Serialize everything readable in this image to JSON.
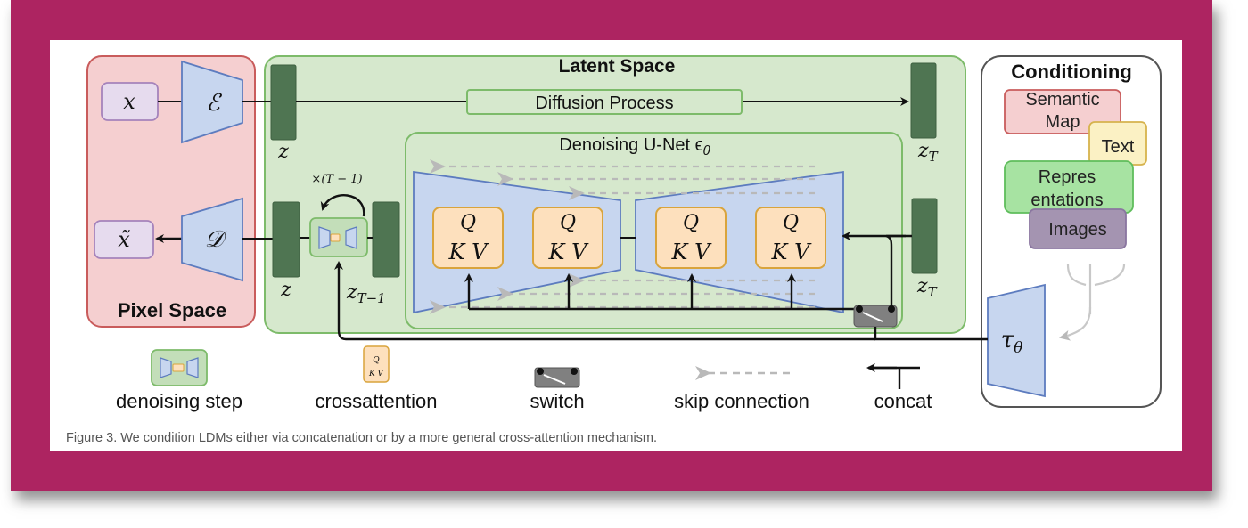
{
  "regions": {
    "pixel_space": "Pixel Space",
    "latent_space": "Latent Space",
    "conditioning": "Conditioning"
  },
  "labels": {
    "x": "x",
    "x_tilde": "x̃",
    "encoder": "ℰ",
    "decoder": "𝒟",
    "z_top": "z",
    "z_bottom": "z",
    "z_T_top": "z",
    "z_T_top_sub": "T",
    "z_T_bottom": "z",
    "z_T_bottom_sub": "T",
    "z_T_minus_1": "z",
    "z_T_minus_1_sub": "T−1",
    "repeat": "×(T − 1)",
    "diffusion_process": "Diffusion Process",
    "unet_title": "Denoising U-Net ϵ",
    "unet_sub": "θ",
    "q": "Q",
    "kv": "K V",
    "tau": "τ",
    "tau_sub": "θ"
  },
  "conditioning_items": {
    "semantic_map": [
      "Semantic",
      "Map"
    ],
    "text": "Text",
    "representations": [
      "Repres",
      "entations"
    ],
    "images": "Images"
  },
  "legend": {
    "denoising_step": "denoising step",
    "crossattention": "crossattention",
    "switch": "switch",
    "skip_connection": "skip connection",
    "concat": "concat"
  },
  "caption": "Figure 3. We condition LDMs either via concatenation or by a more general cross-attention mechanism.",
  "colors": {
    "frame": "#ad2461",
    "pixel_fill": "#f5cfd0",
    "pixel_stroke": "#c95c5c",
    "latent_fill": "#d6e8cd",
    "latent_stroke": "#7dbb6a",
    "trapezoid_fill": "#c7d6ef",
    "trapezoid_stroke": "#5d7cbf",
    "bar_fill": "#4f7552",
    "qkv_fill": "#fde0bd",
    "qkv_stroke": "#d9a43c"
  }
}
